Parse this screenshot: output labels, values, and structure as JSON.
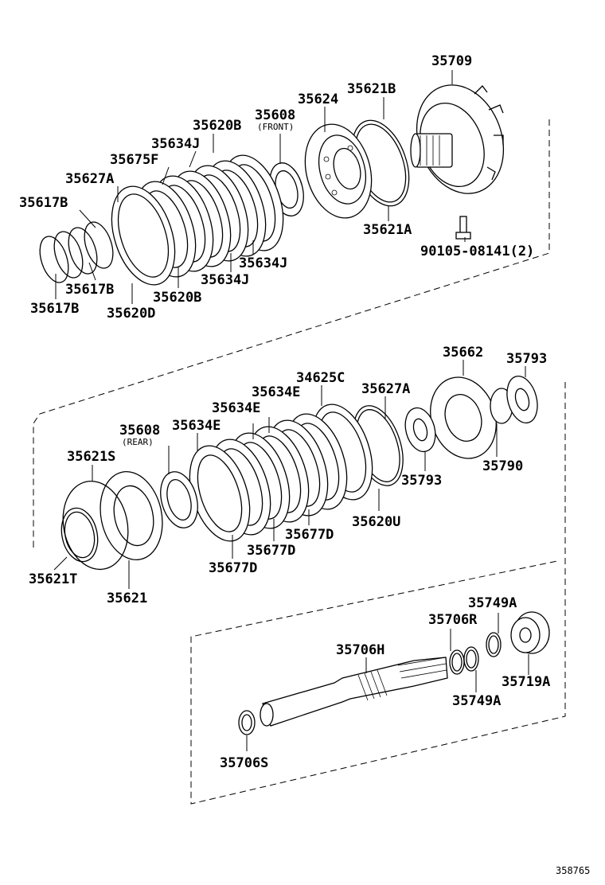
{
  "diagram": {
    "reference_number": "358765",
    "labels": {
      "p35709": "35709",
      "p35621b": "35621B",
      "p35624": "35624",
      "p35608f": "35608",
      "p35608f_sub": "(FRONT)",
      "p35620b_top": "35620B",
      "p35634j_top": "35634J",
      "p35675f": "35675F",
      "p35627a_top": "35627A",
      "p35617b_a": "35617B",
      "p35617b_b": "35617B",
      "p35617b_c": "35617B",
      "p35620d": "35620D",
      "p35620b_bot": "35620B",
      "p35634j_mid": "35634J",
      "p35634j_right": "35634J",
      "p35621a": "35621A",
      "p90105": "90105-08141(2)",
      "p35662": "35662",
      "p35793_top": "35793",
      "p34625c": "34625C",
      "p35627a_mid": "35627A",
      "p35634e_a": "35634E",
      "p35634e_b": "35634E",
      "p35634e_c": "35634E",
      "p35608r": "35608",
      "p35608r_sub": "(REAR)",
      "p35621s": "35621S",
      "p35793_bot": "35793",
      "p35790": "35790",
      "p35620u": "35620U",
      "p35677d_a": "35677D",
      "p35677d_b": "35677D",
      "p35677d_c": "35677D",
      "p35621t": "35621T",
      "p35621": "35621",
      "p35749a_top": "35749A",
      "p35706r": "35706R",
      "p35706h": "35706H",
      "p35719a": "35719A",
      "p35749a_bot": "35749A",
      "p35706s": "35706S"
    }
  }
}
